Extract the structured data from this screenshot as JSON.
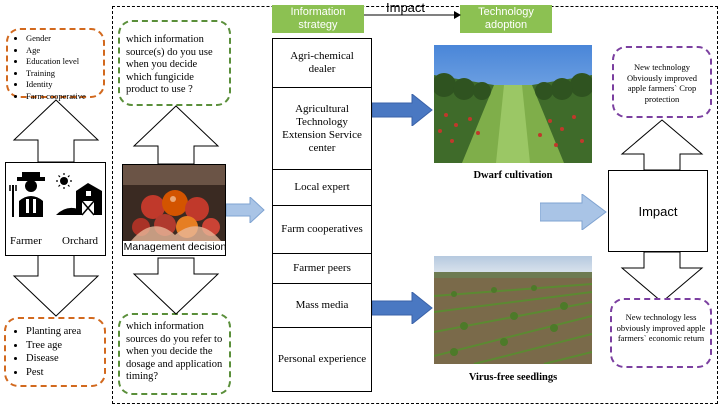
{
  "farmer": {
    "attributes": [
      "Gender",
      "Age",
      "Education level",
      "Training",
      "Identity",
      "Farm cooperative"
    ],
    "farmer_label": "Farmer",
    "orchard_label": "Orchard"
  },
  "orchard": {
    "attributes": [
      "Planting area",
      "Tree age",
      "Disease",
      "Pest"
    ]
  },
  "questions": {
    "top": "which information source(s) do you use when you decide which fungicide product to use ?",
    "bottom": "which information sources do you refer to when you decide the dosage and application timing?"
  },
  "management": {
    "label": "Management decision"
  },
  "header": {
    "information_strategy": "Information strategy",
    "impact_arrow": "Impact",
    "technology_adoption": "Technology adoption"
  },
  "strategies": [
    "Agri-chemical dealer",
    "Agricultural Technology Extension Service center",
    "Local expert",
    "Farm cooperatives",
    "Farmer peers",
    "Mass media",
    "Personal experience"
  ],
  "technologies": {
    "top": "Dwarf cultivation",
    "bottom": "Virus-free seedlings"
  },
  "impact": {
    "label": "Impact",
    "top_note": "New technology Obviously improved apple farmers` Crop protection",
    "bottom_note": "New technology less obviously improved apple farmers` economic return"
  },
  "colors": {
    "orange": "#d2691e",
    "green": "#5a8f3a",
    "purple": "#7b3fa0",
    "tag_green": "#8cc152",
    "arrow_blue": "#4a78c2",
    "arrow_light_blue": "#a9c4e6"
  }
}
